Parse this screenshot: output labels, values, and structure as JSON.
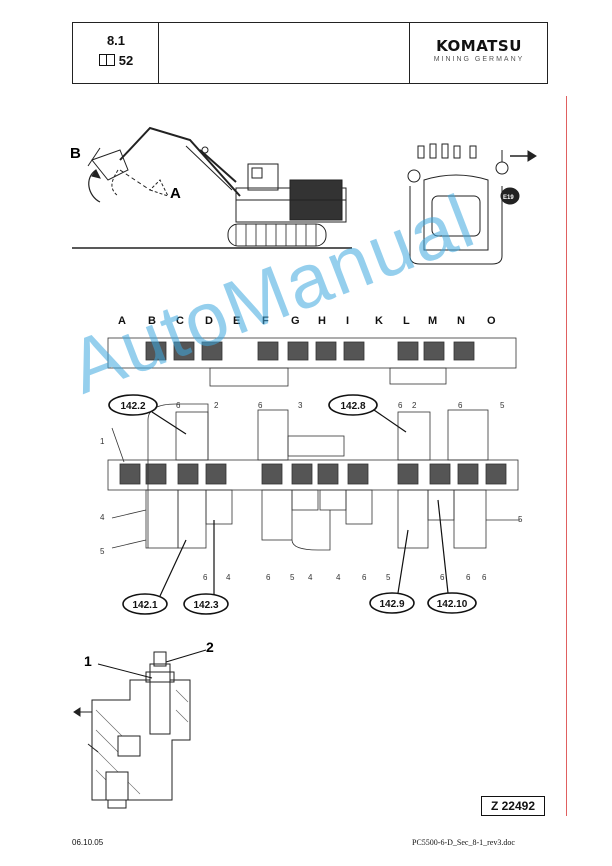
{
  "header": {
    "section": "8.1",
    "page": "52",
    "brand": "KOMATSU",
    "brand_sub": "MINING GERMANY"
  },
  "excavator_labels": {
    "a": "A",
    "b": "B"
  },
  "cab_label": "E19",
  "block_letters": [
    "A",
    "B",
    "C",
    "D",
    "E",
    "F",
    "G",
    "H",
    "I",
    "K",
    "L",
    "M",
    "N",
    "O"
  ],
  "valve_callouts": [
    "142.2",
    "142.8",
    "142.1",
    "142.3",
    "142.9",
    "142.10"
  ],
  "part_numbers": {
    "n1": "1",
    "n2": "2",
    "n3": "3",
    "n4": "4",
    "n5": "5",
    "n6": "6"
  },
  "detail_labels": {
    "one": "1",
    "two": "2"
  },
  "watermark": "AutoManual",
  "figure_id": "Z 22492",
  "footer": {
    "date": "06.10.05",
    "file": "PC5500-6-D_Sec_8-1_rev3.doc"
  }
}
